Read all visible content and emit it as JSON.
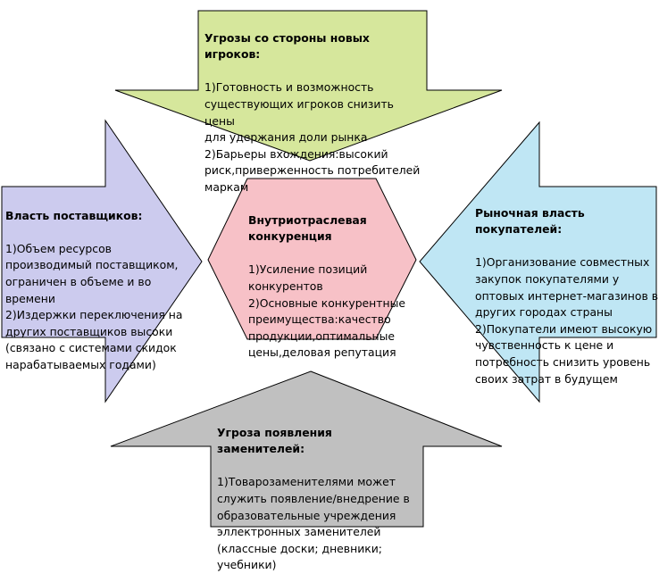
{
  "colors": {
    "top_arrow": "#d6e79c",
    "left_arrow": "#cccbee",
    "right_arrow": "#bfe6f4",
    "bottom_arrow": "#c0c0c0",
    "center_hexagon": "#f7c1c7",
    "outline": "#000000"
  },
  "top": {
    "title": "Угрозы со стороны новых игроков:",
    "body": "1)Готовность и возможность\nсуществующих игроков снизить цены\nдля удержания доли рынка\n2)Барьеры вхождения:высокий\nриск,приверженность потребителей\nмаркам"
  },
  "left": {
    "title": "Власть поставщиков:",
    "body": "1)Объем ресурсов\nпроизводимый поставщиком,\nограничен в объеме и во\nвремени\n2)Издержки переключения на\nдругих поставщиков высоки\n(связано с системами скидок\nнарабатываемых годами)"
  },
  "center": {
    "title": "Внутриотраслевая\nконкуренция",
    "body": "1)Усиление позиций\nконкурентов\n2)Основные конкурентные\nпреимущества:качество\nпродукции,оптимальные\nцены,деловая репутация"
  },
  "right": {
    "title": "Рыночная власть покупателей:",
    "body": "1)Организование совместных\nзакупок  покупателями у\nоптовых интернет-магазинов в\nдругих городах страны\n2)Покупатели имеют высокую\nчувственность к цене и\nпотребность снизить уровень\nсвоих затрат в будущем"
  },
  "bottom": {
    "title": "Угроза появления заменителей:",
    "body": "1)Товарозаменителями может\nслужить появление/внедрение в\nобразовательные учреждения\nэллектронных заменителей\n(классные доски; дневники;\nучебники)"
  }
}
